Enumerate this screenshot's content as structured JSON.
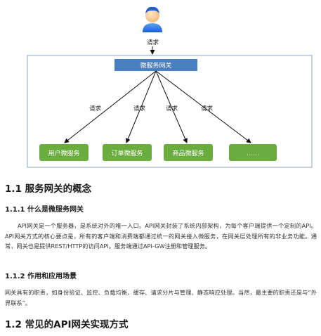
{
  "diagram": {
    "gateway_label": "微服务网关",
    "request_label": "请求",
    "services": [
      "用户微服务",
      "订单微服务",
      "商品微服务",
      "……"
    ],
    "colors": {
      "gateway": "#4a7fc1",
      "service": "#6aac3d",
      "frame": "#8aa4c8",
      "user": "#2f7de1"
    }
  },
  "section_1_1": {
    "title": "1.1 服务网关的概念",
    "sub_1": {
      "title": "1.1.1 什么是微服务网关",
      "body": "API网关是一个服务器，是系统对外的唯一入口。API网关封装了系统内部架构，为每个客户端提供一个定制的API。API网关方式的核心要点是，所有的客户端和消费端都通过统一的网关接入微服务，在网关层处理所有的非业务功能。通常，网关也是提供REST/HTTP的访问API。服务端通过API-GW注册和管理服务。"
    },
    "sub_2": {
      "title": "1.1.2 作用和应用场景",
      "body": "网关具有的职责，如身份验证、监控、负载均衡、缓存、请求分片与管理、静态响应处理。当然，最主要的职责还是与“外界联系”。"
    }
  },
  "section_1_2": {
    "title": "1.2 常见的API网关实现方式"
  }
}
